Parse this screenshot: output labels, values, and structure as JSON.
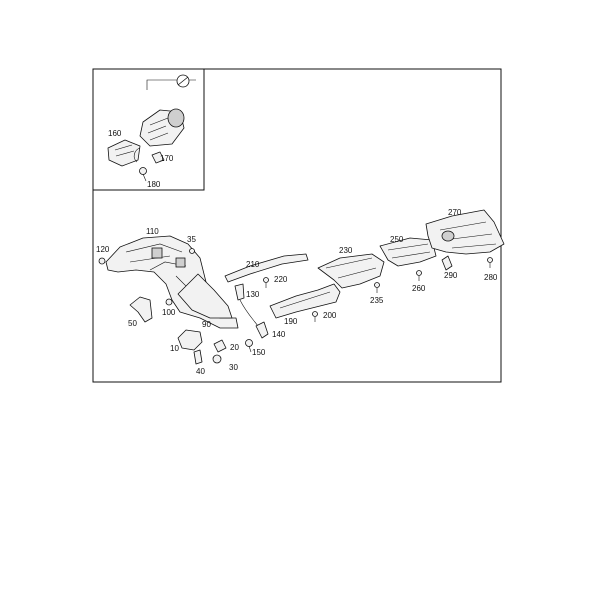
{
  "labels": {
    "p160": "160",
    "p170": "170",
    "p180": "180",
    "p110": "110",
    "p120": "120",
    "p35": "35",
    "p210": "210",
    "p220": "220",
    "p230": "230",
    "p250": "250",
    "p270": "270",
    "p290": "290",
    "p280": "280",
    "p260": "260",
    "p235": "235",
    "p130": "130",
    "p200": "200",
    "p190": "190",
    "p140": "140",
    "p150": "150",
    "p100": "100",
    "p90": "90",
    "p50": "50",
    "p10": "10",
    "p20": "20",
    "p40": "40",
    "p30": "30"
  },
  "icons": {
    "inset_symbol": "no-entry-circle-icon"
  }
}
